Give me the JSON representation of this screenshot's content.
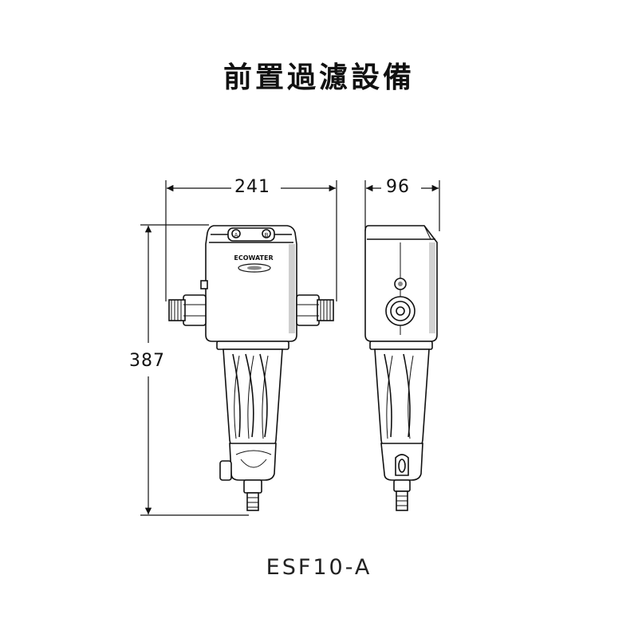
{
  "title": "前置過濾設備",
  "model": "ESF10-A",
  "dimensions": {
    "width": "241",
    "depth": "96",
    "height": "387"
  },
  "front_view": {
    "port_labels": [
      "A",
      "B"
    ],
    "brand": "ECOWATER"
  },
  "colors": {
    "line": "#111111",
    "body_fill": "#ffffff",
    "shade": "#9a9a9a"
  }
}
